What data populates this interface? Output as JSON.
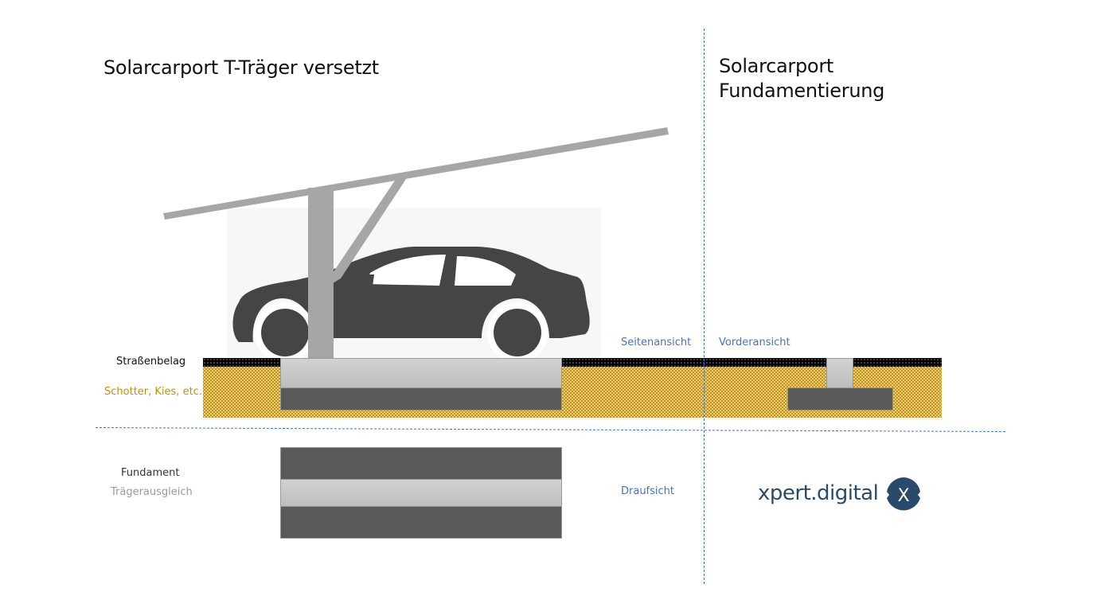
{
  "diagram": {
    "title_left": "Solarcarport T-Träger versetzt",
    "title_right": "Solarcarport Fundamentierung",
    "legend": {
      "road_surface": "Straßenbelag",
      "gravel": "Schotter, Kies, etc.",
      "foundation": "Fundament",
      "beam_compensation": "Trägerausgleich"
    },
    "views": {
      "side": "Seitenansicht",
      "front": "Vorderansicht",
      "top": "Draufsicht"
    },
    "logo": {
      "text": "xpert.digital",
      "badge_letter": "X"
    },
    "icons": {
      "car": "car-silhouette-icon",
      "carport": "t-beam-carport-icon",
      "logo_badge": "x-badge-icon"
    },
    "colors": {
      "steel": "#a6a6a6",
      "car": "#454545",
      "foundation": "#595959",
      "beam_compensation": "#c8c8c8",
      "gravel": "#c8960c",
      "road": "#000000",
      "view_label": "#4472c4",
      "logo": "#2a4a6b"
    }
  }
}
